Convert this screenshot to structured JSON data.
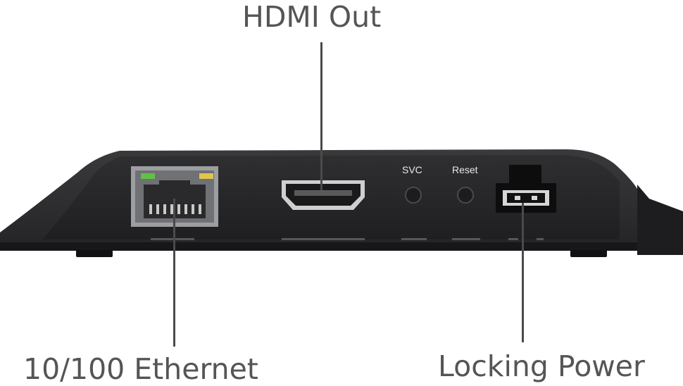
{
  "callouts": {
    "hdmi": "HDMI Out",
    "ethernet": "10/100 Ethernet",
    "power": "Locking Power"
  },
  "port_labels": {
    "svc": "SVC",
    "reset": "Reset"
  },
  "colors": {
    "device_body": "#2b2b2d",
    "led_green": "#5fc247",
    "led_yellow": "#e0c64a",
    "callout_text": "#555555"
  }
}
